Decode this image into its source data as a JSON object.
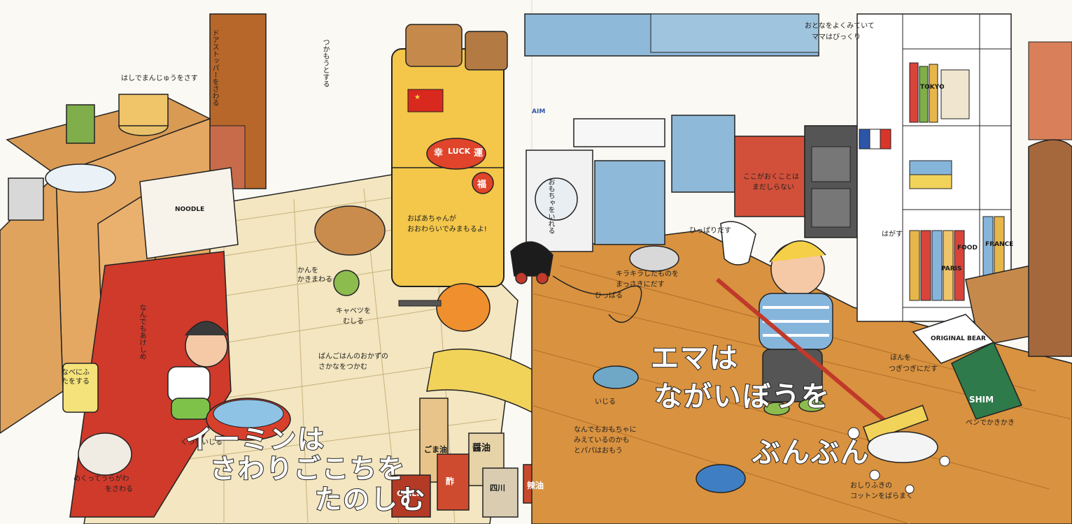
{
  "left_page": {
    "title_line1": "イーミンは",
    "title_line2": "さわりごこちを",
    "title_line3": "たのしむ",
    "labels": {
      "chopsticks": "はしでまんじゅうをさす",
      "door_stopper": "ドアストッパーをさわる",
      "grab": "つかもうとする",
      "grandma": "おばあちゃんが",
      "grandma2": "おおわらいでみまもるよ!",
      "can": "かんを",
      "can2": "かきまわる",
      "cabbage": "キャベツを",
      "cabbage2": "むしる",
      "dinner_fish": "ばんごはんのおかずの",
      "dinner_fish2": "さかなをつかむ",
      "open_all": "なんでもあけしめ",
      "pot_lid": "なべにふたをする",
      "slippers": "くつをいじる",
      "flip": "めくってうらがわ",
      "flip2": "をさわる"
    },
    "package_texts": {
      "luck": "LUCK",
      "kou": "幸",
      "un": "運",
      "fuku": "福",
      "noodle": "NOODLE",
      "chili": "CHILI",
      "sesame_oil": "ごま油",
      "soy": "醤油",
      "shisen": "四川",
      "mala": "辣油",
      "jinmu": "酢"
    }
  },
  "right_page": {
    "title_line1": "エマは",
    "title_line2": "ながいぼうを",
    "title_line3": "ぶんぶん",
    "labels": {
      "mama": "おとなをよくみていて",
      "mama2": "ママはびっくり",
      "back_unknown": "ここがおくことは",
      "back_unknown2": "まだしらない",
      "toy_in": "おもちゃをいれる",
      "pull_out": "ひっぱりだす",
      "sparkly": "キラキラしたものを",
      "sparkly2": "まっさきにだす",
      "pull": "ひっぱる",
      "peel": "はがす",
      "books": "ほんを",
      "books2": "つぎつぎにだす",
      "tamper": "いじる",
      "anything_toy": "なんでもおもちゃに",
      "anything_toy2": "みえているのかも",
      "anything_toy3": "とパパはおもう",
      "pen_draw": "ペンでかきかき",
      "cotton": "おしりふきの",
      "cotton2": "コットンをばらまく"
    },
    "package_texts": {
      "tokyo": "TOKYO",
      "paris": "PARIS",
      "france": "FRANCE",
      "bear": "ORIGINAL BEAR",
      "shim": "SHIM",
      "aim": "AIM",
      "food": "FOOD"
    }
  },
  "colors": {
    "floor_wood": "#d9923f",
    "fridge_yellow": "#f4c74a",
    "rug_red": "#cf3a2b",
    "cabinet_blue": "#8fb9d8",
    "tile_cream": "#f3e6c0",
    "outline": "#222222"
  }
}
